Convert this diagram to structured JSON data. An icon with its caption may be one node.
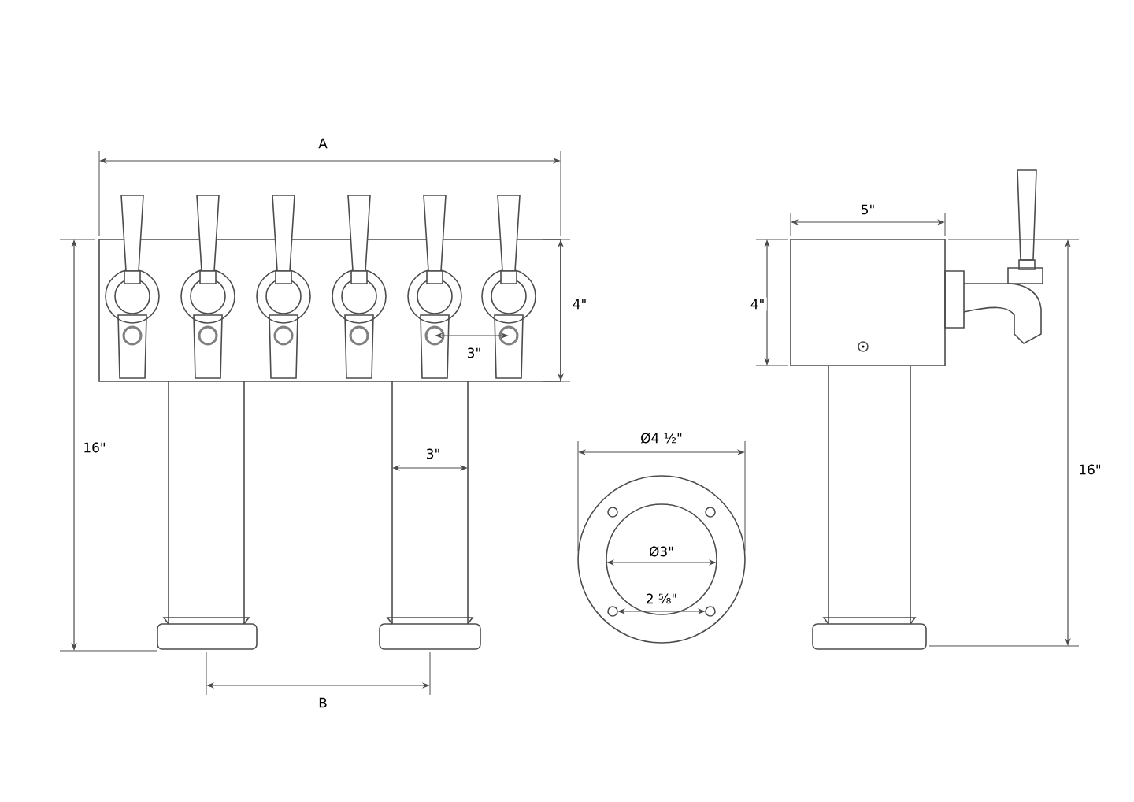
{
  "diagram": {
    "labels": [
      "A",
      "5\"",
      "4\"",
      "4\"",
      "3\"",
      "16\"",
      "3\"",
      "Ø4 ½\"",
      "16\"",
      "Ø3\"",
      "2 ⅝\"",
      "B"
    ]
  }
}
